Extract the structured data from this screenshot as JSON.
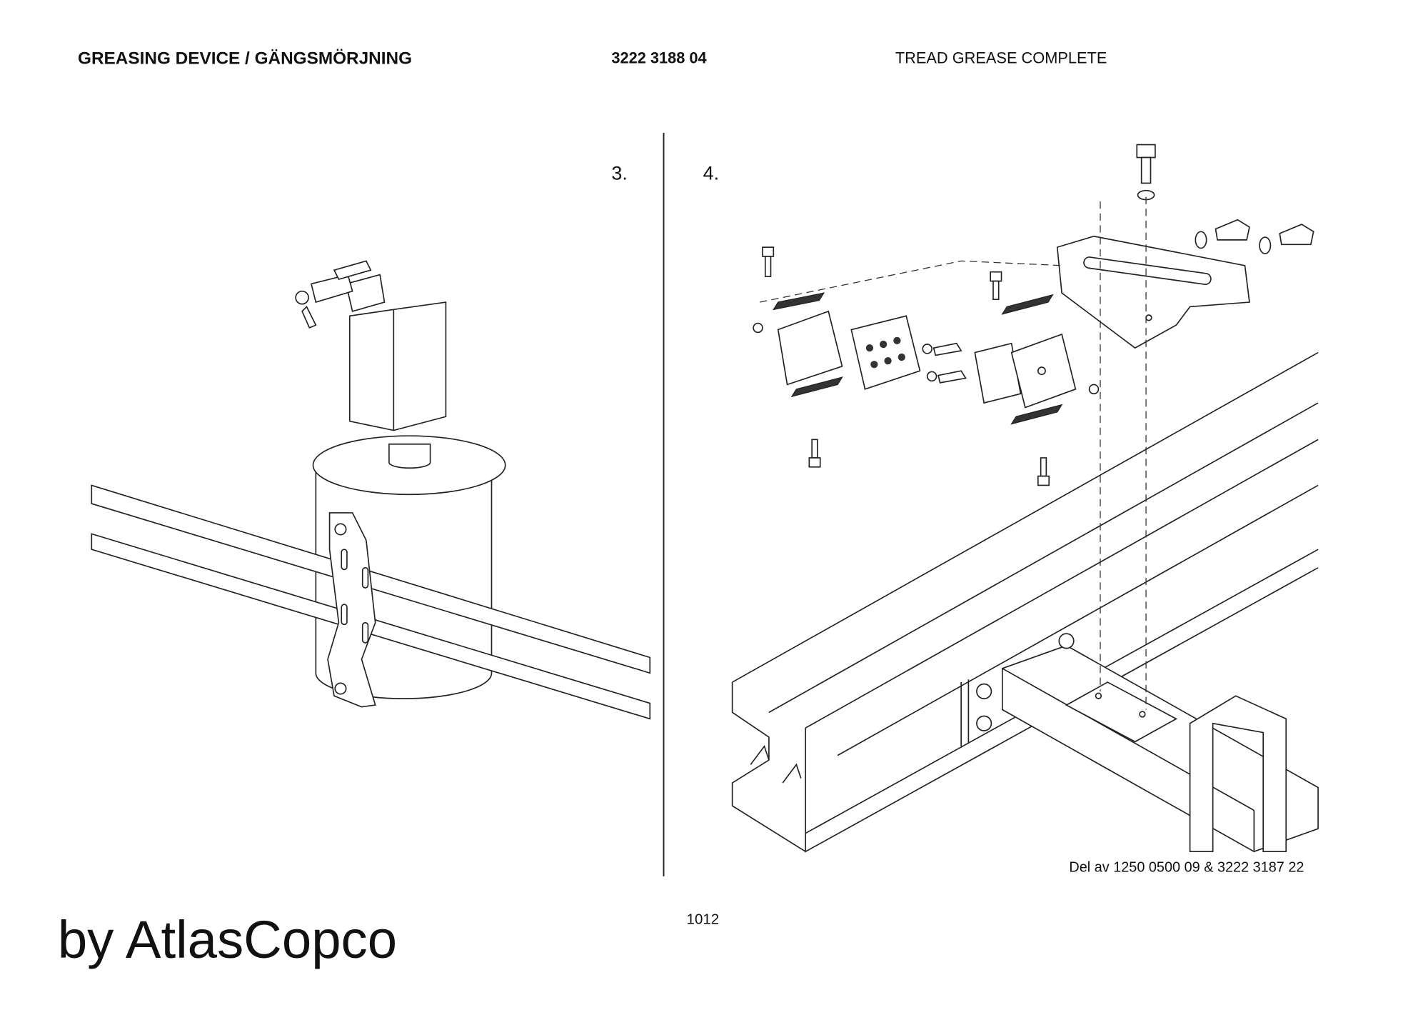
{
  "header": {
    "title": "GREASING DEVICE / GÄNGSMÖRJNING",
    "part_number": "3222 3188 04",
    "description": "TREAD GREASE COMPLETE"
  },
  "figures": [
    {
      "label": "3."
    },
    {
      "label": "4."
    }
  ],
  "note": "Del av 1250 0500 09 & 3222 3187 22",
  "page_number": "1012",
  "watermark": "by AtlasCopco"
}
